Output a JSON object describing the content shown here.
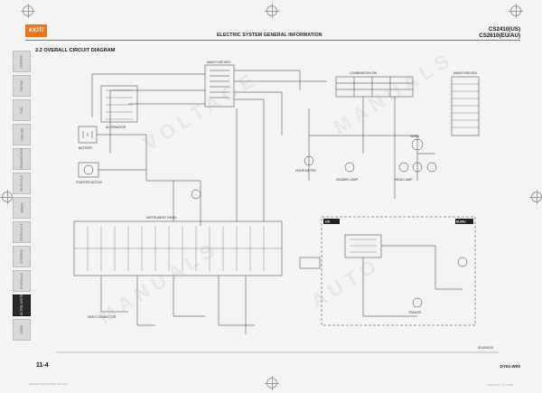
{
  "header": {
    "logo_text": "KIOTI",
    "title": "ELECTRIC SYSTEM   GENERAL INFORMATION",
    "model_line_1": "CS2410(US)",
    "model_line_2": "CS2610(EU/AU)"
  },
  "section": {
    "title": "2.2  OVERALL CIRCUIT DIAGRAM"
  },
  "sidebar": {
    "tabs": [
      {
        "label": "GENERAL"
      },
      {
        "label": "ENGINE"
      },
      {
        "label": "FUEL"
      },
      {
        "label": "COOLING"
      },
      {
        "label": "TRANSMISSION"
      },
      {
        "label": "REAR AXLE"
      },
      {
        "label": "BRAKE"
      },
      {
        "label": "FRONT AXLE"
      },
      {
        "label": "STEERING"
      },
      {
        "label": "HYDRAULIC"
      },
      {
        "label": "ELECTRIC SYSTEM"
      },
      {
        "label": "CABIN"
      }
    ],
    "active_index": 10
  },
  "diagram": {
    "labels": {
      "main_fuse_box": "MAIN FUSE BOX",
      "combination_sw": "COMBINATION SW",
      "battery": "BATTERY",
      "starter_motor": "STARTER MOTOR",
      "alternator": "ALTERNATOR",
      "horn": "HORN",
      "hour_meter": "HOUR METER",
      "instrument_panel": "INSTRUMENT PANEL",
      "high_connector": "HIGH CONNECTOR",
      "trailer": "TRAILER",
      "hazard_lamp": "HAZARD LAMP",
      "head_lamp": "HEAD LAMP",
      "us_label": "US",
      "eu_label": "EU/AU",
      "diagram_code": "SDU0001A"
    }
  },
  "footer": {
    "page_number": "11-4",
    "doc_code": "DY51-W00",
    "note_left": "MANUAL CS2410 CS2610 SM.indd  4",
    "note_right": "2019-01-15   오후 3:23:08"
  },
  "watermarks": [
    "VOLTAGE",
    "MANUALS",
    "MANUALS",
    "AUTO"
  ],
  "colors": {
    "accent": "#e8761e",
    "active_tab": "#2a2a2a"
  }
}
